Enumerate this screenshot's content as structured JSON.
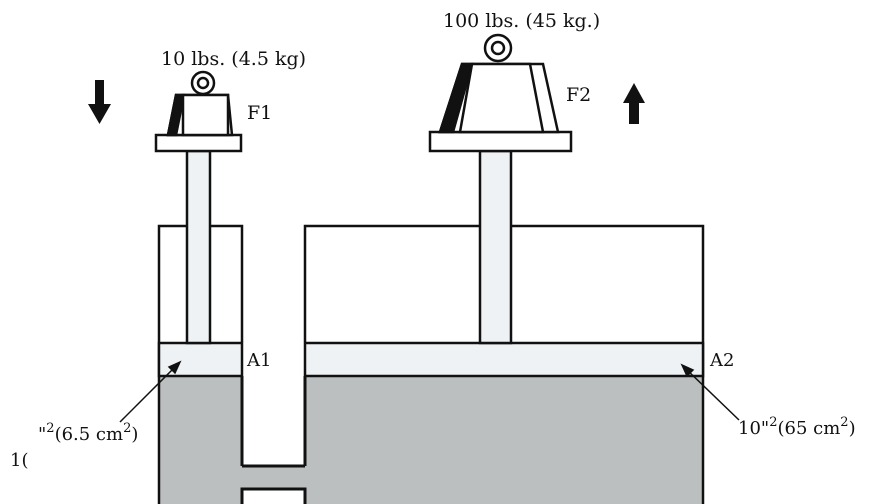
{
  "weights": {
    "small": {
      "label": "10 lbs. (4.5 kg)",
      "force": "F1"
    },
    "large": {
      "label": "100 lbs. (45 kg.)",
      "force": "F2"
    }
  },
  "areas": {
    "small": {
      "name": "A1",
      "lead": "\"",
      "exp1": "2",
      "metric": "(6.5 cm",
      "exp2": "2",
      "close": ")",
      "cut_prefix": "1("
    },
    "large": {
      "name": "A2",
      "lead": "10\"",
      "exp1": "2",
      "metric": "(65 cm",
      "exp2": "2",
      "close": ")"
    }
  },
  "colors": {
    "fluid": "#bcbfc0",
    "stroke": "#111111",
    "paper": "#ffffff"
  }
}
